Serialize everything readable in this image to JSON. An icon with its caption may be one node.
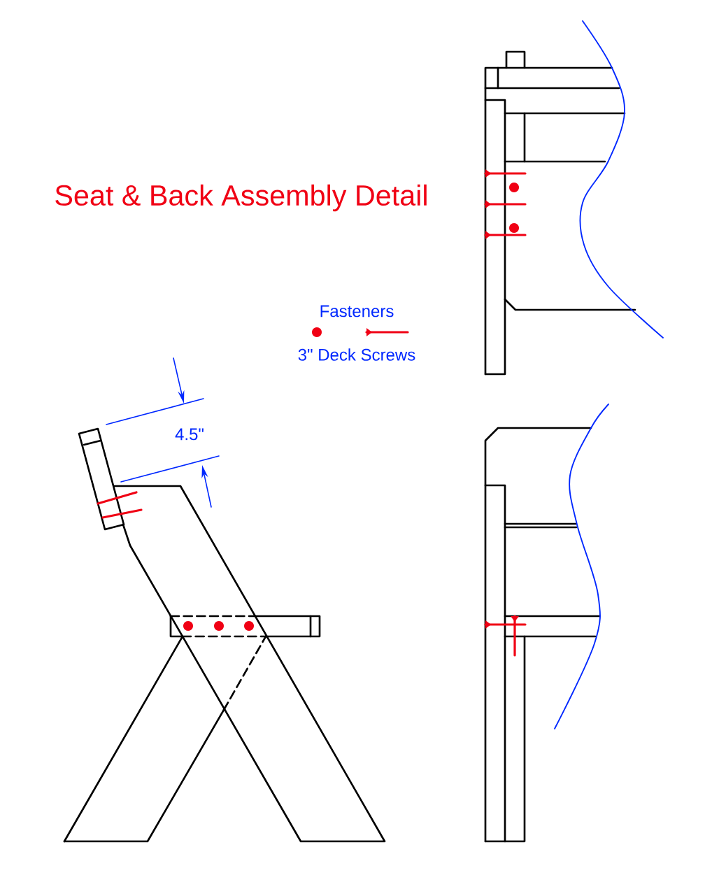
{
  "diagram": {
    "title": "Seat & Back Assembly Detail",
    "labels": [
      "Fasteners",
      "3\" Deck Screws",
      "4.5\""
    ]
  }
}
